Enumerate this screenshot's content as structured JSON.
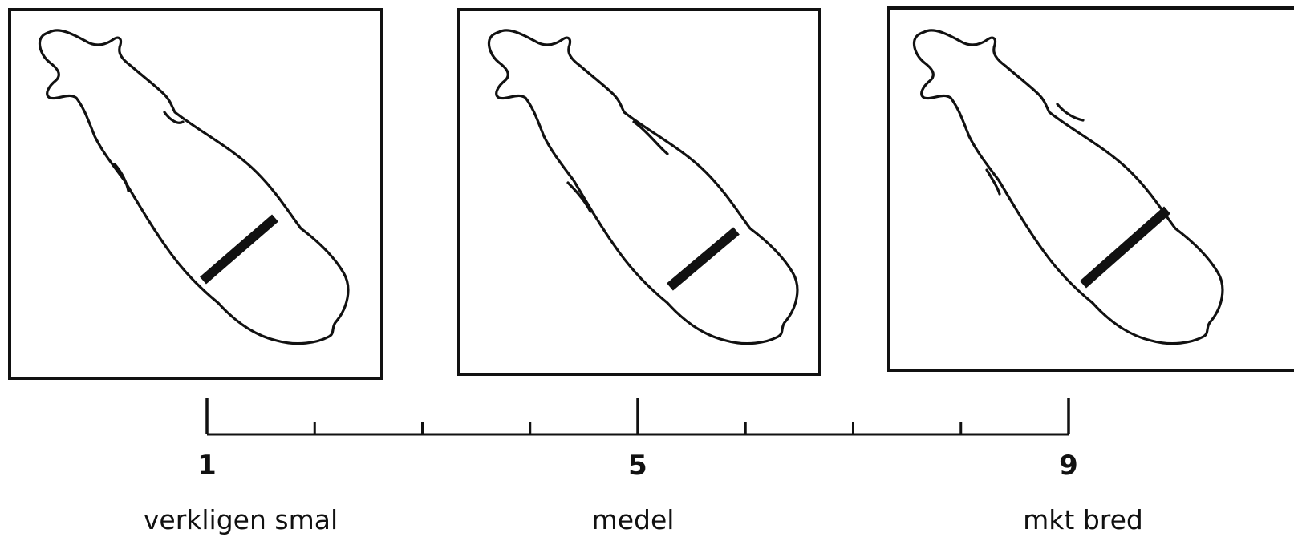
{
  "panels": [
    {
      "id": "narrow",
      "width_score": 1
    },
    {
      "id": "medium",
      "width_score": 5
    },
    {
      "id": "wide",
      "width_score": 9
    }
  ],
  "scale": {
    "min": 1,
    "max": 9,
    "labeled_ticks": [
      "1",
      "5",
      "9"
    ],
    "tick_count": 9
  },
  "captions": {
    "left": "verkligen smal",
    "middle": "medel",
    "right": "mkt bred"
  }
}
